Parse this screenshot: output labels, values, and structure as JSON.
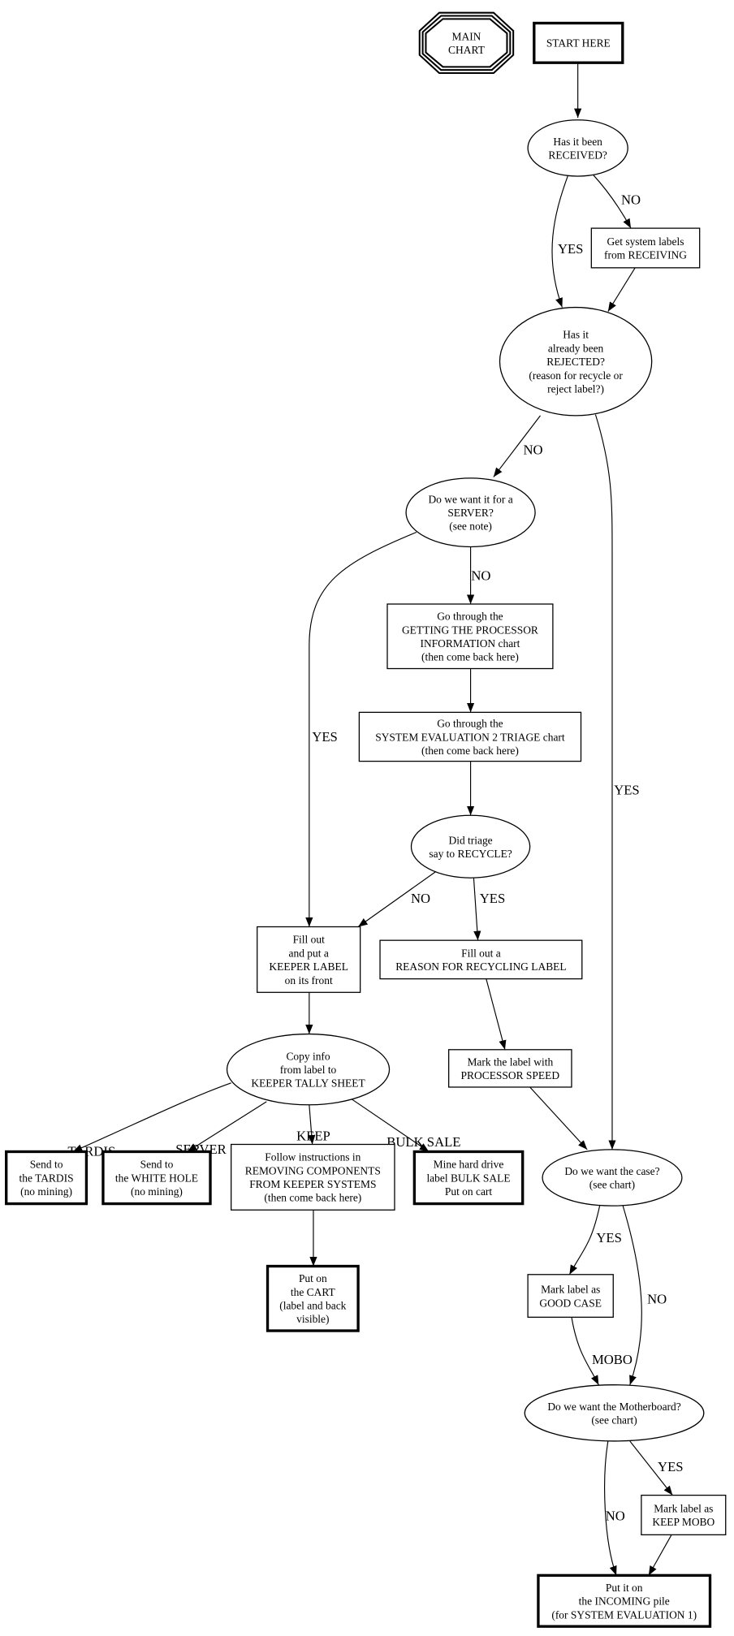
{
  "diagram": {
    "type": "flowchart",
    "colors": {
      "line": "#000000",
      "background": "#ffffff"
    },
    "nodes": [
      {
        "id": "main",
        "shape": "tripleoctagon",
        "lines": [
          "MAIN",
          "CHART"
        ]
      },
      {
        "id": "start",
        "shape": "box-bold",
        "lines": [
          "START HERE"
        ]
      },
      {
        "id": "received",
        "shape": "ellipse",
        "lines": [
          "Has it been",
          "RECEIVED?"
        ]
      },
      {
        "id": "getlabels",
        "shape": "box",
        "lines": [
          "Get system labels",
          "from RECEIVING"
        ]
      },
      {
        "id": "rejected",
        "shape": "ellipse",
        "lines": [
          "Has it",
          "already been",
          "REJECTED?",
          "(reason for recycle or",
          "reject label?)"
        ]
      },
      {
        "id": "server",
        "shape": "ellipse",
        "lines": [
          "Do we want it for a",
          "SERVER?",
          "(see note)"
        ]
      },
      {
        "id": "getting",
        "shape": "box",
        "lines": [
          "Go through the",
          "GETTING THE PROCESSOR",
          "INFORMATION chart",
          "(then come back here)"
        ]
      },
      {
        "id": "syseval",
        "shape": "box",
        "lines": [
          "Go through the",
          "SYSTEM EVALUATION 2 TRIAGE chart",
          "(then come back here)"
        ]
      },
      {
        "id": "triage",
        "shape": "ellipse",
        "lines": [
          "Did triage",
          "say to RECYCLE?"
        ]
      },
      {
        "id": "keeper",
        "shape": "box",
        "lines": [
          "Fill out",
          "and put a",
          "KEEPER LABEL",
          "on its front"
        ]
      },
      {
        "id": "recycling",
        "shape": "box",
        "lines": [
          "Fill out a",
          "REASON FOR RECYCLING LABEL"
        ]
      },
      {
        "id": "copy",
        "shape": "ellipse",
        "lines": [
          "Copy info",
          "from label to",
          "KEEPER TALLY SHEET"
        ]
      },
      {
        "id": "speed",
        "shape": "box",
        "lines": [
          "Mark the label with",
          "PROCESSOR SPEED"
        ]
      },
      {
        "id": "tardis",
        "shape": "box-bold",
        "lines": [
          "Send to",
          "the TARDIS",
          "(no mining)"
        ]
      },
      {
        "id": "whitehole",
        "shape": "box-bold",
        "lines": [
          "Send to",
          "the WHITE HOLE",
          "(no mining)"
        ]
      },
      {
        "id": "follow",
        "shape": "box",
        "lines": [
          "Follow instructions in",
          "REMOVING COMPONENTS",
          "FROM KEEPER SYSTEMS",
          "(then come back here)"
        ]
      },
      {
        "id": "mine",
        "shape": "box-bold",
        "lines": [
          "Mine hard drive",
          "label BULK SALE",
          "Put on cart"
        ]
      },
      {
        "id": "case",
        "shape": "ellipse",
        "lines": [
          "Do we want the case?",
          "(see chart)"
        ]
      },
      {
        "id": "cart",
        "shape": "box-bold",
        "lines": [
          "Put on",
          "the CART",
          "(label and back",
          "visible)"
        ]
      },
      {
        "id": "goodcase",
        "shape": "box",
        "lines": [
          "Mark label as",
          "GOOD CASE"
        ]
      },
      {
        "id": "mobo",
        "shape": "ellipse",
        "lines": [
          "Do we want the Motherboard?",
          "(see chart)"
        ]
      },
      {
        "id": "keepmobo",
        "shape": "box",
        "lines": [
          "Mark label as",
          "KEEP MOBO"
        ]
      },
      {
        "id": "incoming",
        "shape": "box-bold",
        "lines": [
          "Put it on",
          "the INCOMING pile",
          "(for SYSTEM EVALUATION 1)"
        ]
      }
    ],
    "edges": [
      {
        "from": "start",
        "to": "received",
        "label": ""
      },
      {
        "from": "received",
        "to": "getlabels",
        "label": "NO"
      },
      {
        "from": "received",
        "to": "rejected",
        "label": "YES"
      },
      {
        "from": "getlabels",
        "to": "rejected",
        "label": ""
      },
      {
        "from": "rejected",
        "to": "server",
        "label": "NO"
      },
      {
        "from": "rejected",
        "to": "case",
        "label": "YES"
      },
      {
        "from": "server",
        "to": "getting",
        "label": "NO"
      },
      {
        "from": "server",
        "to": "keeper",
        "label": "YES"
      },
      {
        "from": "getting",
        "to": "syseval",
        "label": ""
      },
      {
        "from": "syseval",
        "to": "triage",
        "label": ""
      },
      {
        "from": "triage",
        "to": "keeper",
        "label": "NO"
      },
      {
        "from": "triage",
        "to": "recycling",
        "label": "YES"
      },
      {
        "from": "recycling",
        "to": "speed",
        "label": ""
      },
      {
        "from": "keeper",
        "to": "copy",
        "label": ""
      },
      {
        "from": "copy",
        "to": "tardis",
        "label": "TARDIS"
      },
      {
        "from": "copy",
        "to": "whitehole",
        "label": "SERVER"
      },
      {
        "from": "copy",
        "to": "follow",
        "label": "KEEP"
      },
      {
        "from": "copy",
        "to": "mine",
        "label": "BULK SALE"
      },
      {
        "from": "follow",
        "to": "cart",
        "label": ""
      },
      {
        "from": "speed",
        "to": "case",
        "label": ""
      },
      {
        "from": "case",
        "to": "goodcase",
        "label": "YES"
      },
      {
        "from": "case",
        "to": "mobo",
        "label": "NO"
      },
      {
        "from": "goodcase",
        "to": "mobo",
        "label": "MOBO"
      },
      {
        "from": "mobo",
        "to": "keepmobo",
        "label": "YES"
      },
      {
        "from": "mobo",
        "to": "incoming",
        "label": "NO"
      },
      {
        "from": "keepmobo",
        "to": "incoming",
        "label": ""
      }
    ]
  }
}
